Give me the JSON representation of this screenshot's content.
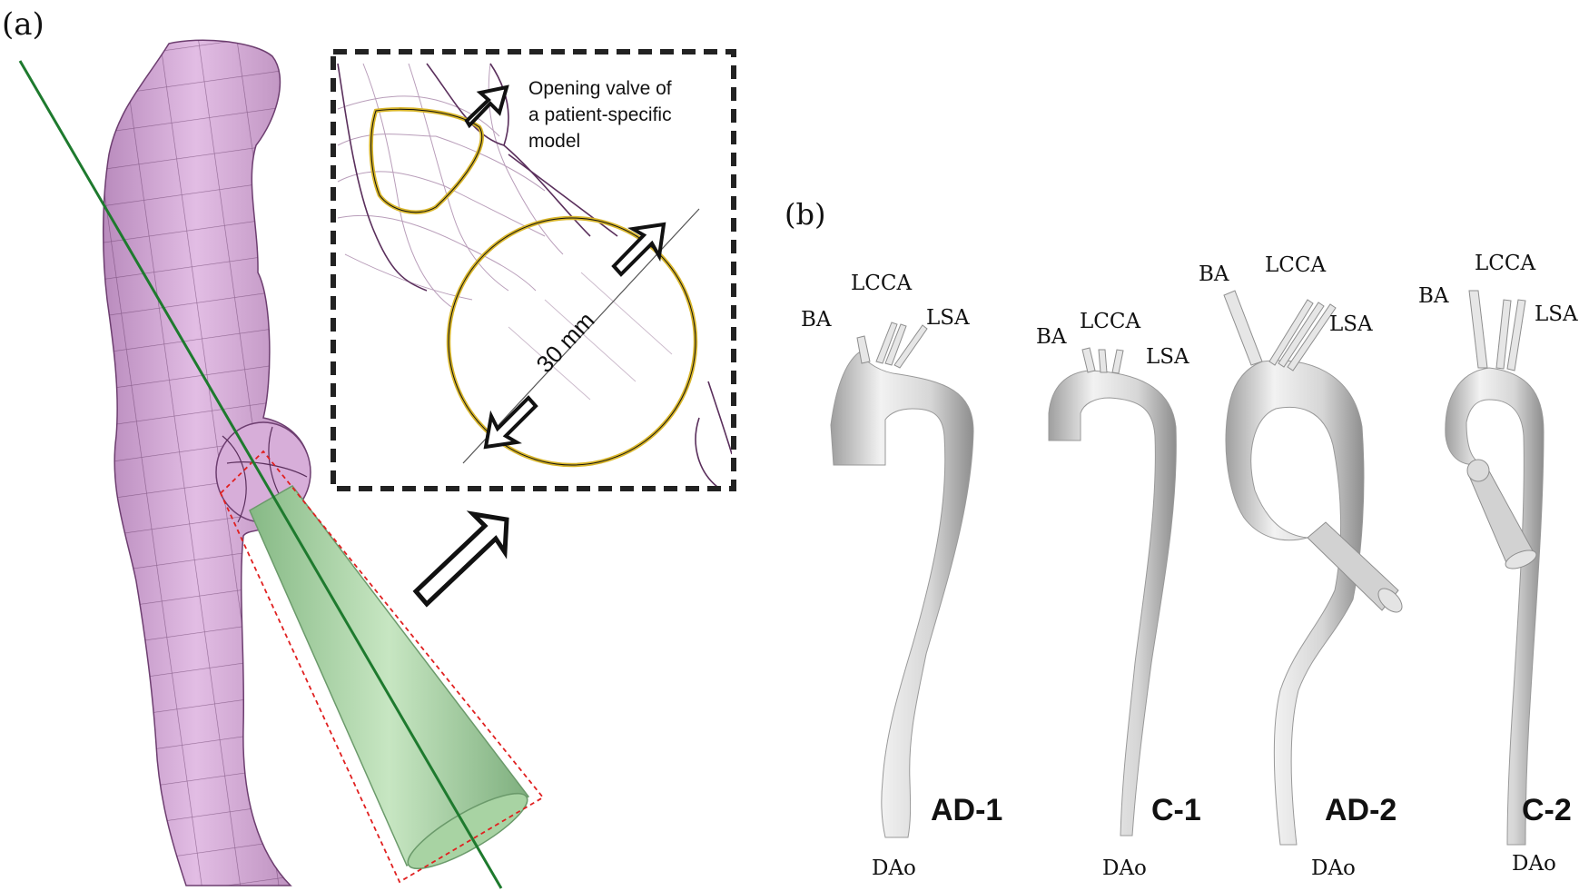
{
  "panel_a": {
    "label": "(a)",
    "callout": [
      "Opening valve of",
      "a patient-specific",
      "model"
    ],
    "diameter_label": "30 mm"
  },
  "panel_b": {
    "label": "(b)",
    "models": [
      {
        "name": "AD-1",
        "branches": [
          "BA",
          "LCCA",
          "LSA"
        ],
        "outlet": "DAo"
      },
      {
        "name": "C-1",
        "branches": [
          "BA",
          "LCCA",
          "LSA"
        ],
        "outlet": "DAo"
      },
      {
        "name": "AD-2",
        "branches": [
          "BA",
          "LCCA",
          "LSA"
        ],
        "outlet": "DAo"
      },
      {
        "name": "C-2",
        "branches": [
          "BA",
          "LCCA",
          "LSA"
        ],
        "outlet": "DAo"
      }
    ]
  },
  "colors": {
    "aorta_mesh": "#d4a6d6",
    "mesh_lines": "#5a2f5c",
    "cone": "#9fcf9a",
    "axis_line": "#1e7a2e",
    "valve_outline": "#d8b52a",
    "bounding_box": "#e02020",
    "aorta_grey": "#d9d9d9"
  }
}
